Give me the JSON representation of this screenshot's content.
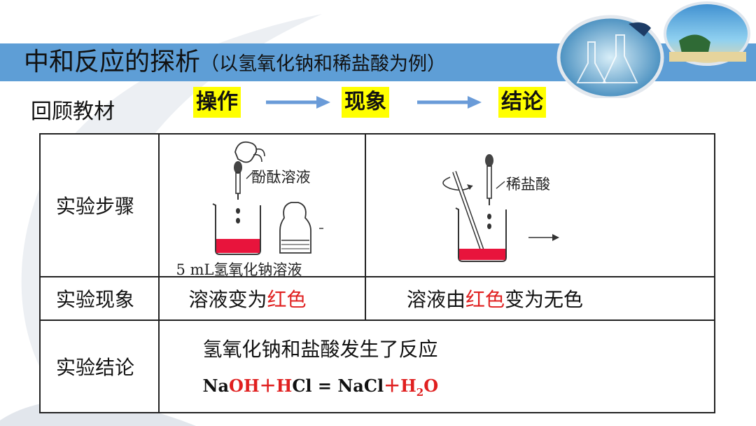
{
  "slide": {
    "title": "中和反应的探析",
    "title_paren": "（以氢氧化钠和稀盐酸为例）",
    "review_label": "回顾教材",
    "flow": {
      "step1": "操作",
      "step2": "现象",
      "step3": "结论"
    }
  },
  "table": {
    "rows": {
      "steps": "实验步骤",
      "phenomena": "实验现象",
      "conclusion": "实验结论"
    },
    "fig1": {
      "reagent": "酚酞溶液",
      "solution": "5 mL氢氧化钠溶液"
    },
    "fig2": {
      "reagent": "稀盐酸"
    },
    "phenomenon1": {
      "before": "溶液变为",
      "color": "红色"
    },
    "phenomenon2": {
      "before": "溶液由",
      "color": "红色",
      "after": "变为无色"
    },
    "conclusion_text": "氢氧化钠和盐酸发生了反应",
    "equation": {
      "na": "Na",
      "oh": "OH",
      "plus1": "＋",
      "h": "H",
      "cl": "Cl",
      "eq": " = ",
      "nacl": "NaCl",
      "plus2": "＋",
      "h2": "H",
      "sub2": "2",
      "o": "O"
    }
  },
  "colors": {
    "title_bar": "#5e9ed6",
    "highlight": "#ffff00",
    "red_liquid": "#e8143c",
    "arrow": "#6a9bd8"
  }
}
